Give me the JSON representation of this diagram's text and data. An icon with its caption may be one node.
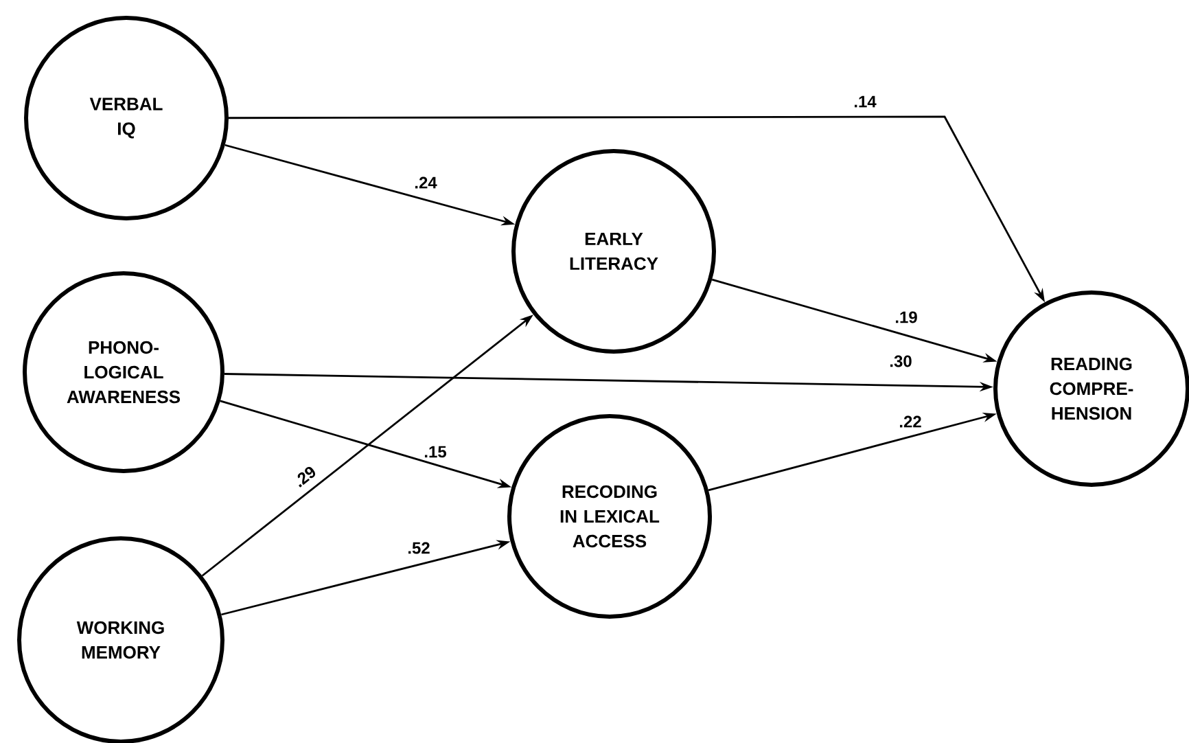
{
  "diagram": {
    "nodes": [
      {
        "text": [
          "VERBAL IQ"
        ]
      },
      {
        "text": [
          "PHONO- LOGICAL AWARENESS"
        ]
      },
      {
        "text": [
          "WORKING MEMORY"
        ]
      },
      {
        "text": [
          "EARLY LITERACY"
        ]
      },
      {
        "text": [
          "RECODING IN LEXICAL ACCESS"
        ]
      },
      {
        "text": [
          "READING COMPRE- HENSION"
        ]
      }
    ],
    "edges": [
      {
        "from": 0,
        "to": 5,
        "arrow": "to",
        "label": ".14"
      },
      {
        "from": 0,
        "to": 3,
        "arrow": "to",
        "label": ".24"
      },
      {
        "from": 1,
        "to": 5,
        "arrow": "to",
        "label": ".30"
      },
      {
        "from": 1,
        "to": 4,
        "arrow": "to",
        "label": ".15"
      },
      {
        "from": 2,
        "to": 3,
        "arrow": "to",
        "label": ".29"
      },
      {
        "from": 2,
        "to": 4,
        "arrow": "to",
        "label": ".52"
      },
      {
        "from": 3,
        "to": 5,
        "arrow": "to",
        "label": ".19"
      },
      {
        "from": 4,
        "to": 5,
        "arrow": "to",
        "label": ".22"
      }
    ]
  }
}
